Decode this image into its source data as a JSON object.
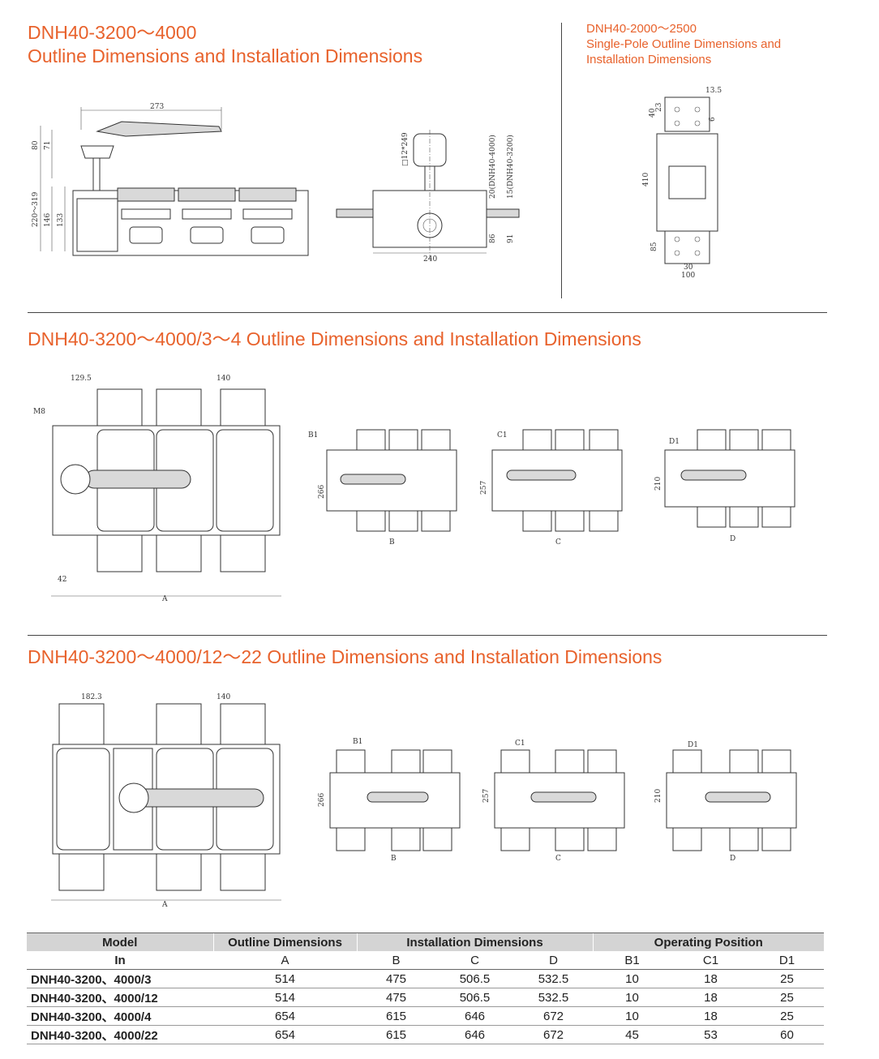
{
  "section1": {
    "title_line1": "DNH40-3200～4000",
    "title_line2": "Outline Dimensions and Installation Dimensions",
    "side_title_line1": "DNH40-2000～2500",
    "side_title_line2": "Single-Pole Outline Dimensions and",
    "side_title_line3": "Installation Dimensions",
    "dims": {
      "d273": "273",
      "d80": "80",
      "d71": "71",
      "d220": "220～319",
      "d146": "146",
      "d133": "133",
      "d12": "□12*249",
      "d20": "20(DNH40-4000)",
      "d15": "15(DNH40-3200)",
      "d86": "86",
      "d91": "91",
      "d240": "240",
      "d13_5": "13.5",
      "d40": "40",
      "d23": "23",
      "d6": "6",
      "d410": "410",
      "d85": "85",
      "d30": "30",
      "d100": "100"
    }
  },
  "section2": {
    "title": "DNH40-3200～4000/3～4 Outline Dimensions and Installation Dimensions",
    "dims": {
      "d129": "129.5",
      "d140": "140",
      "m8": "M8",
      "d42": "42",
      "a": "A",
      "b1": "B1",
      "d266": "266",
      "b": "B",
      "c1": "C1",
      "d257": "257",
      "c": "C",
      "d1": "D1",
      "d210": "210",
      "d": "D"
    }
  },
  "section3": {
    "title": "DNH40-3200～4000/12～22 Outline Dimensions and Installation Dimensions",
    "dims": {
      "d182": "182.3",
      "d140": "140",
      "a": "A",
      "b1": "B1",
      "d266": "266",
      "b": "B",
      "c1": "C1",
      "d257": "257",
      "c": "C",
      "d1": "D1",
      "d210": "210",
      "d": "D"
    }
  },
  "table": {
    "header1": {
      "model": "Model",
      "outline": "Outline Dimensions",
      "installation": "Installation Dimensions",
      "operating": "Operating Position"
    },
    "header2": {
      "in": "In",
      "a": "A",
      "b": "B",
      "c": "C",
      "d": "D",
      "b1": "B1",
      "c1": "C1",
      "d1": "D1"
    },
    "rows": [
      {
        "model": "DNH40-3200、4000/3",
        "a": "514",
        "b": "475",
        "c": "506.5",
        "d": "532.5",
        "b1": "10",
        "c1": "18",
        "d1": "25"
      },
      {
        "model": "DNH40-3200、4000/12",
        "a": "514",
        "b": "475",
        "c": "506.5",
        "d": "532.5",
        "b1": "10",
        "c1": "18",
        "d1": "25"
      },
      {
        "model": "DNH40-3200、4000/4",
        "a": "654",
        "b": "615",
        "c": "646",
        "d": "672",
        "b1": "10",
        "c1": "18",
        "d1": "25"
      },
      {
        "model": "DNH40-3200、4000/22",
        "a": "654",
        "b": "615",
        "c": "646",
        "d": "672",
        "b1": "45",
        "c1": "53",
        "d1": "60"
      }
    ]
  }
}
